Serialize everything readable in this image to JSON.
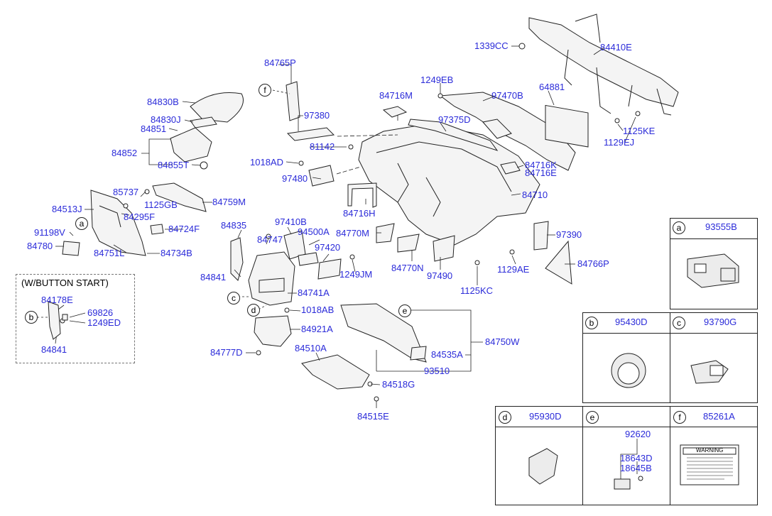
{
  "labels": {
    "p84765P": "84765P",
    "p84830B": "84830B",
    "p84830J": "84830J",
    "p84851": "84851",
    "p84852": "84852",
    "p84855T": "84855T",
    "p85737": "85737",
    "p1125GB": "1125GB",
    "p84759M": "84759M",
    "p84513J": "84513J",
    "p84295F": "84295F",
    "p84724F": "84724F",
    "p91198V": "91198V",
    "p84780": "84780",
    "p84751L": "84751L",
    "p84734B": "84734B",
    "p97380": "97380",
    "p81142": "81142",
    "p1018AD": "1018AD",
    "p97480": "97480",
    "p84716M": "84716M",
    "p1249EB": "1249EB",
    "p97470B": "97470B",
    "p97375D": "97375D",
    "p64881": "64881",
    "p1339CC": "1339CC",
    "p84410E": "84410E",
    "p1125KE": "1125KE",
    "p1129EJ": "1129EJ",
    "p84716K": "84716K",
    "p84716E": "84716E",
    "p84710": "84710",
    "p84716H": "84716H",
    "p84835": "84835",
    "p84747": "84747",
    "p97410B": "97410B",
    "p94500A": "94500A",
    "p97420": "97420",
    "p1249JM": "1249JM",
    "p84770M": "84770M",
    "p84770N": "84770N",
    "p97490": "97490",
    "p1125KC": "1125KC",
    "p1129AE": "1129AE",
    "p97390": "97390",
    "p84766P": "84766P",
    "p84841": "84841",
    "p84741A": "84741A",
    "p1018AB": "1018AB",
    "p84921A": "84921A",
    "p84777D": "84777D",
    "p84510A": "84510A",
    "p84750W": "84750W",
    "p84535A": "84535A",
    "p93510": "93510",
    "p84518G": "84518G",
    "p84515E": "84515E",
    "p84178E": "84178E",
    "p69826": "69826",
    "p1249ED": "1249ED",
    "p84841b": "84841"
  },
  "callouts": {
    "a": "a",
    "b": "b",
    "c": "c",
    "d": "d",
    "e": "e",
    "f": "f"
  },
  "button_start_box": {
    "title": "(W/BUTTON START)"
  },
  "detail_boxes": {
    "a": {
      "letter": "a",
      "part": "93555B"
    },
    "b": {
      "letter": "b",
      "part": "95430D"
    },
    "c": {
      "letter": "c",
      "part": "93790G"
    },
    "d": {
      "letter": "d",
      "part": "95930D"
    },
    "e": {
      "letter": "e",
      "part": "92620",
      "sub1": "18643D",
      "sub2": "18645B"
    },
    "f": {
      "letter": "f",
      "part": "85261A",
      "warning": "WARNING"
    }
  },
  "colors": {
    "label": "#2b2bd9",
    "line": "#222222",
    "part_fill": "#f2f2f2"
  }
}
